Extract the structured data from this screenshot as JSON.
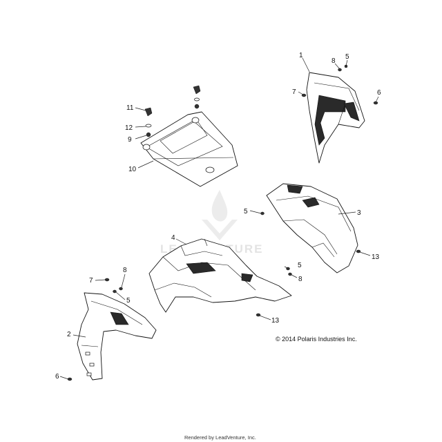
{
  "diagram": {
    "copyright": "© 2014 Polaris Industries Inc.",
    "footer": "Rendered by LeadVenture, Inc.",
    "watermark": "LEADVENTURE",
    "callouts": {
      "c1": "1",
      "c2": "2",
      "c3": "3",
      "c4": "4",
      "c5a": "5",
      "c5b": "5",
      "c5c": "5",
      "c5d": "5",
      "c6a": "6",
      "c6b": "6",
      "c7a": "7",
      "c7b": "7",
      "c8a": "8",
      "c8b": "8",
      "c8c": "8",
      "c9": "9",
      "c10": "10",
      "c11": "11",
      "c12": "12",
      "c13a": "13",
      "c13b": "13"
    }
  }
}
